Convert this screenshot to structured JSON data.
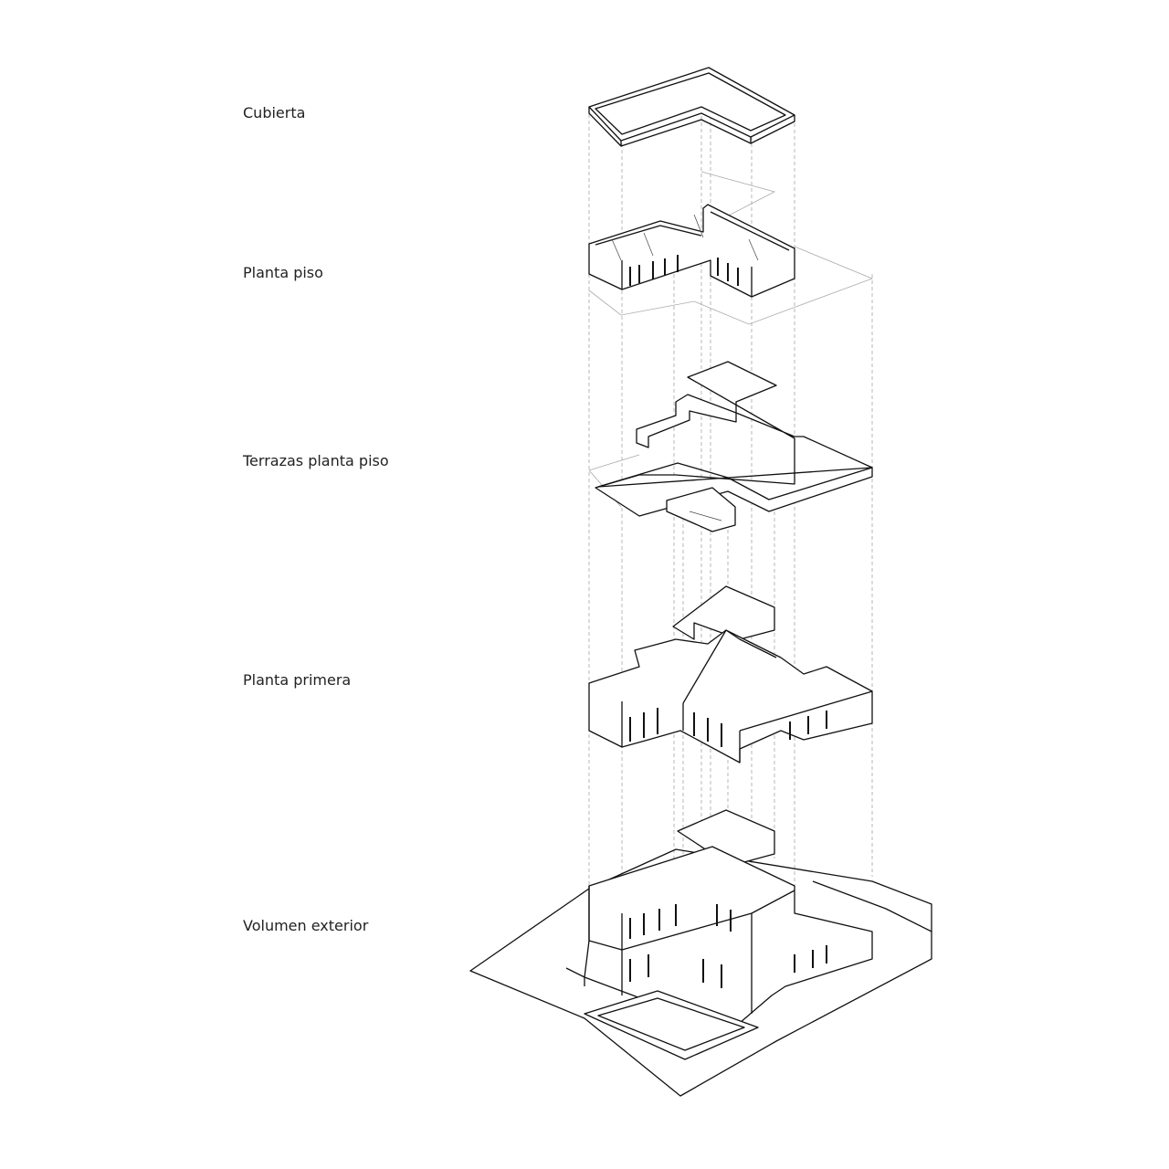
{
  "labels": {
    "cubierta": "Cubierta",
    "planta_piso": "Planta piso",
    "terrazas": "Terrazas planta piso",
    "planta_primera": "Planta primera",
    "volumen_exterior": "Volumen exterior"
  }
}
